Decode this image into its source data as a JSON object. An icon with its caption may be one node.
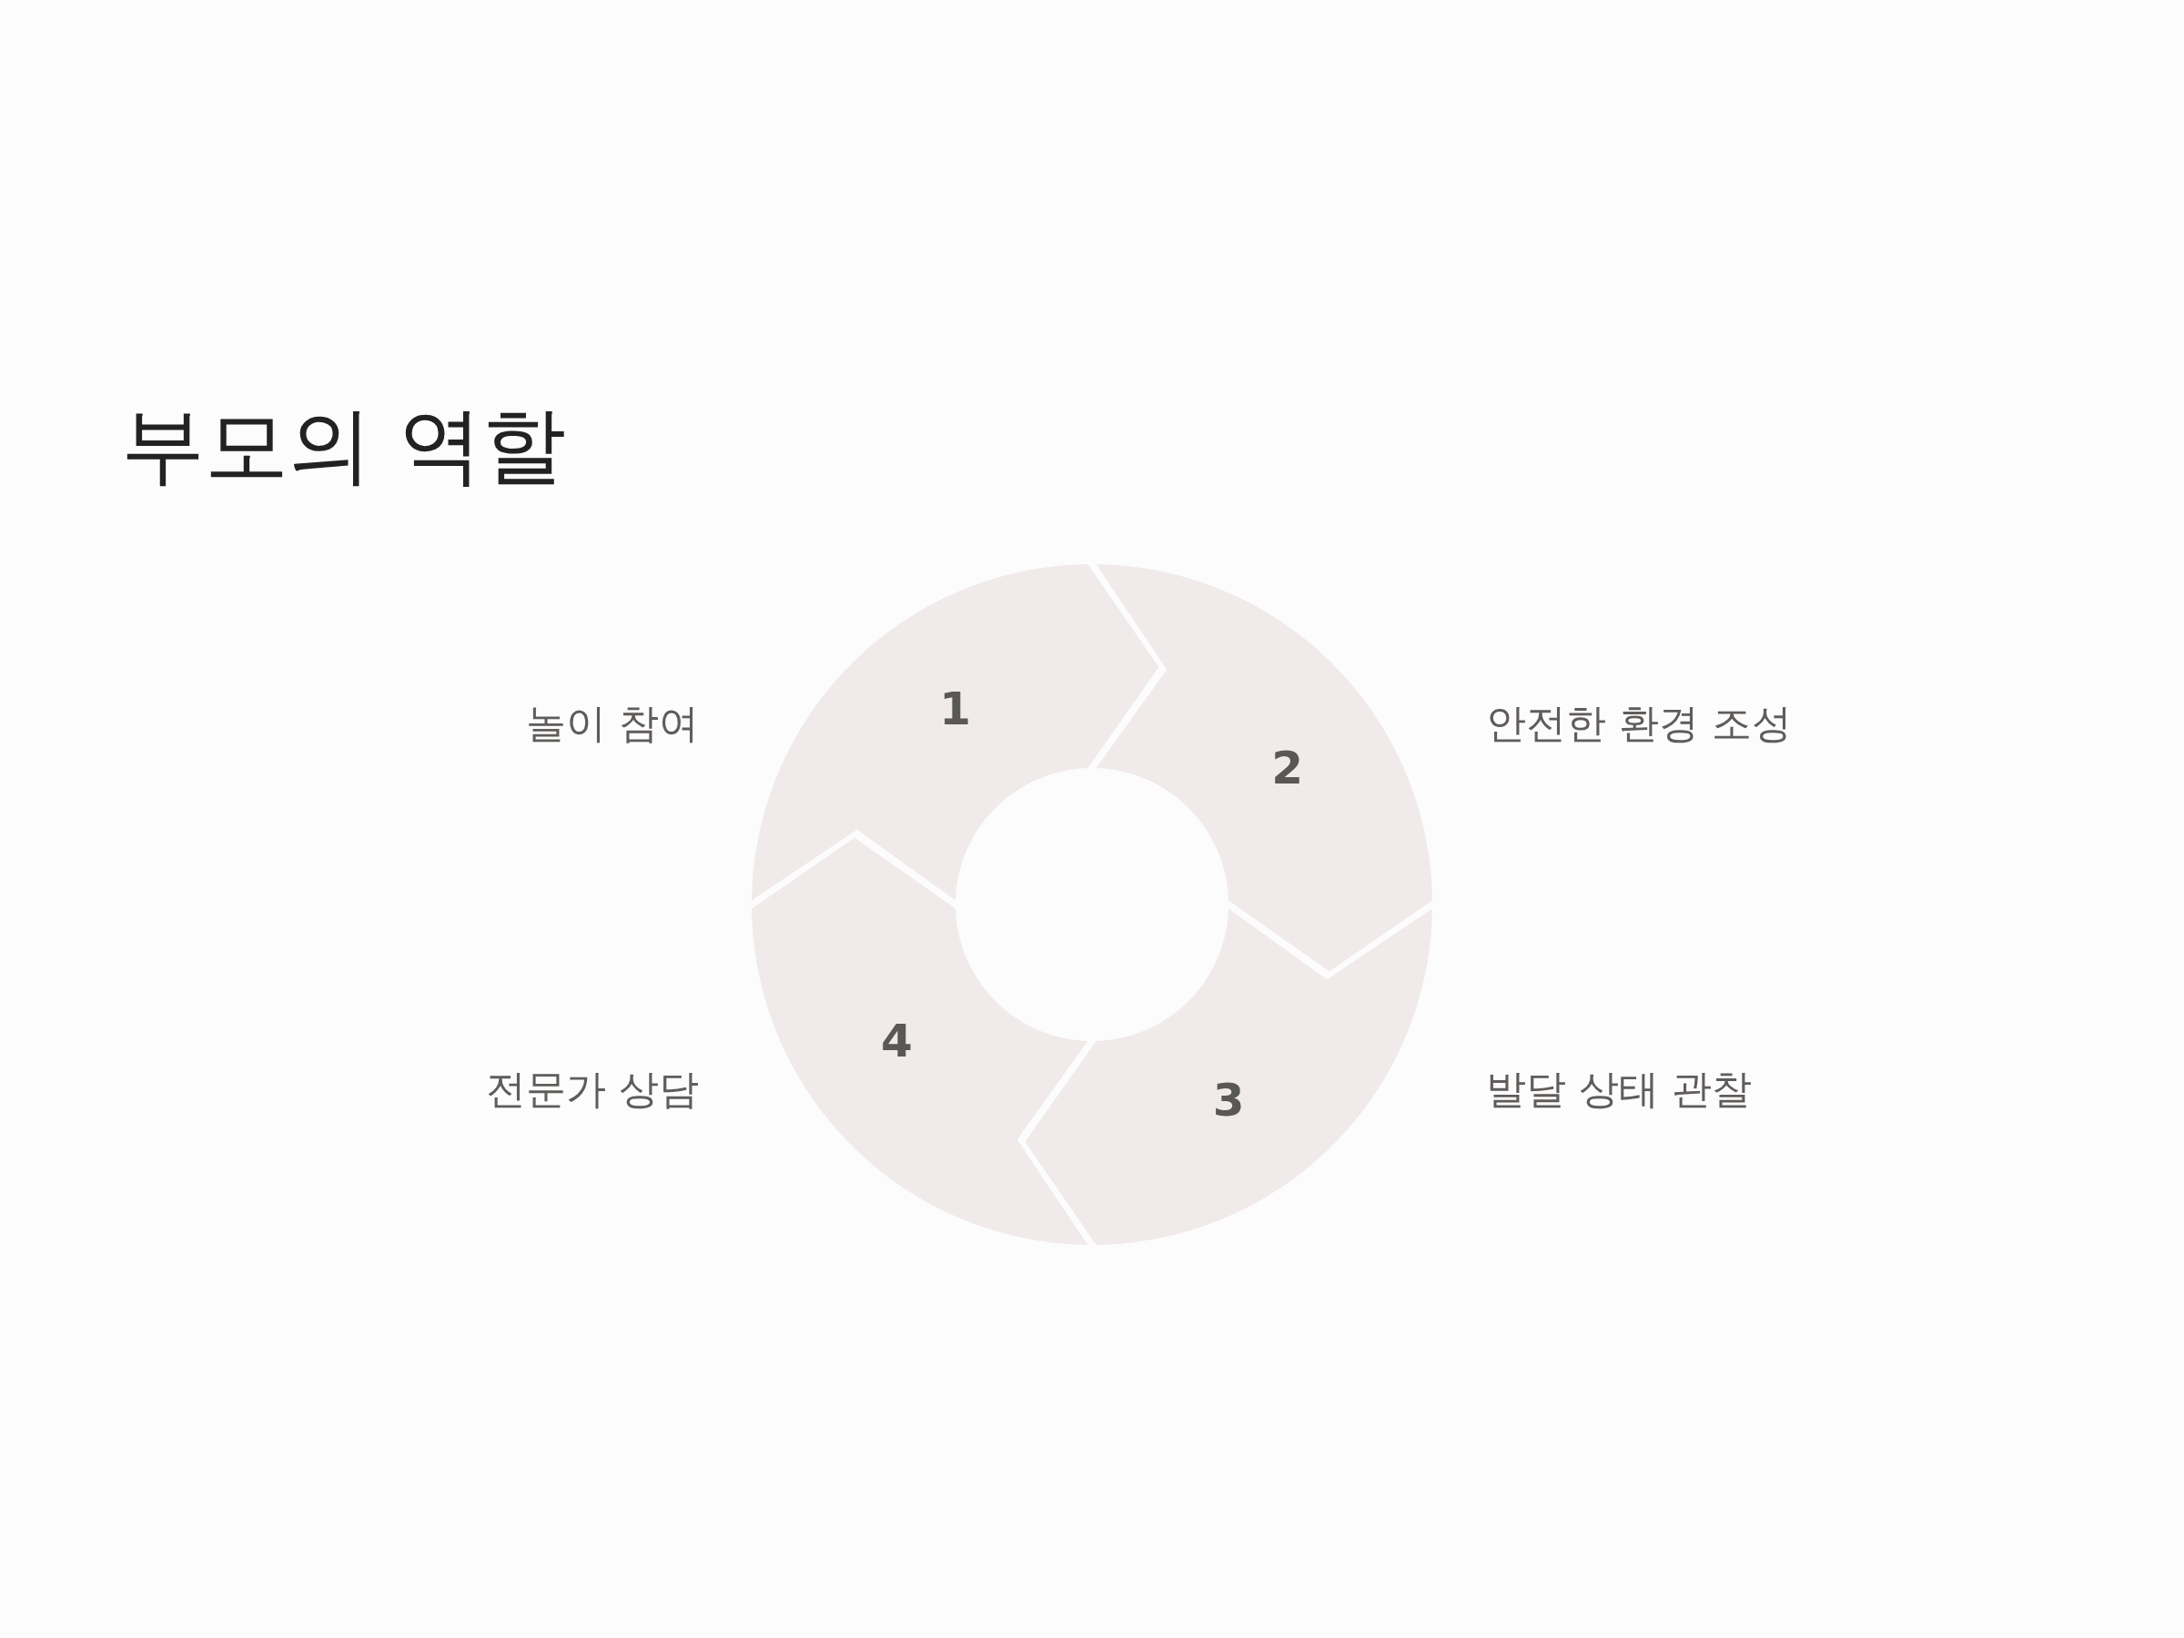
{
  "diagram": {
    "title": "부모의 역할",
    "nodes": [
      {
        "text": [
          "1"
        ],
        "beside": [
          "놀이 참여"
        ]
      },
      {
        "text": [
          "2"
        ],
        "beside": [
          "안전한 환경 조성"
        ]
      },
      {
        "text": [
          "3"
        ],
        "beside": [
          "발달 상태 관찰"
        ]
      },
      {
        "text": [
          "4"
        ],
        "beside": [
          "전문가 상담"
        ]
      }
    ]
  }
}
